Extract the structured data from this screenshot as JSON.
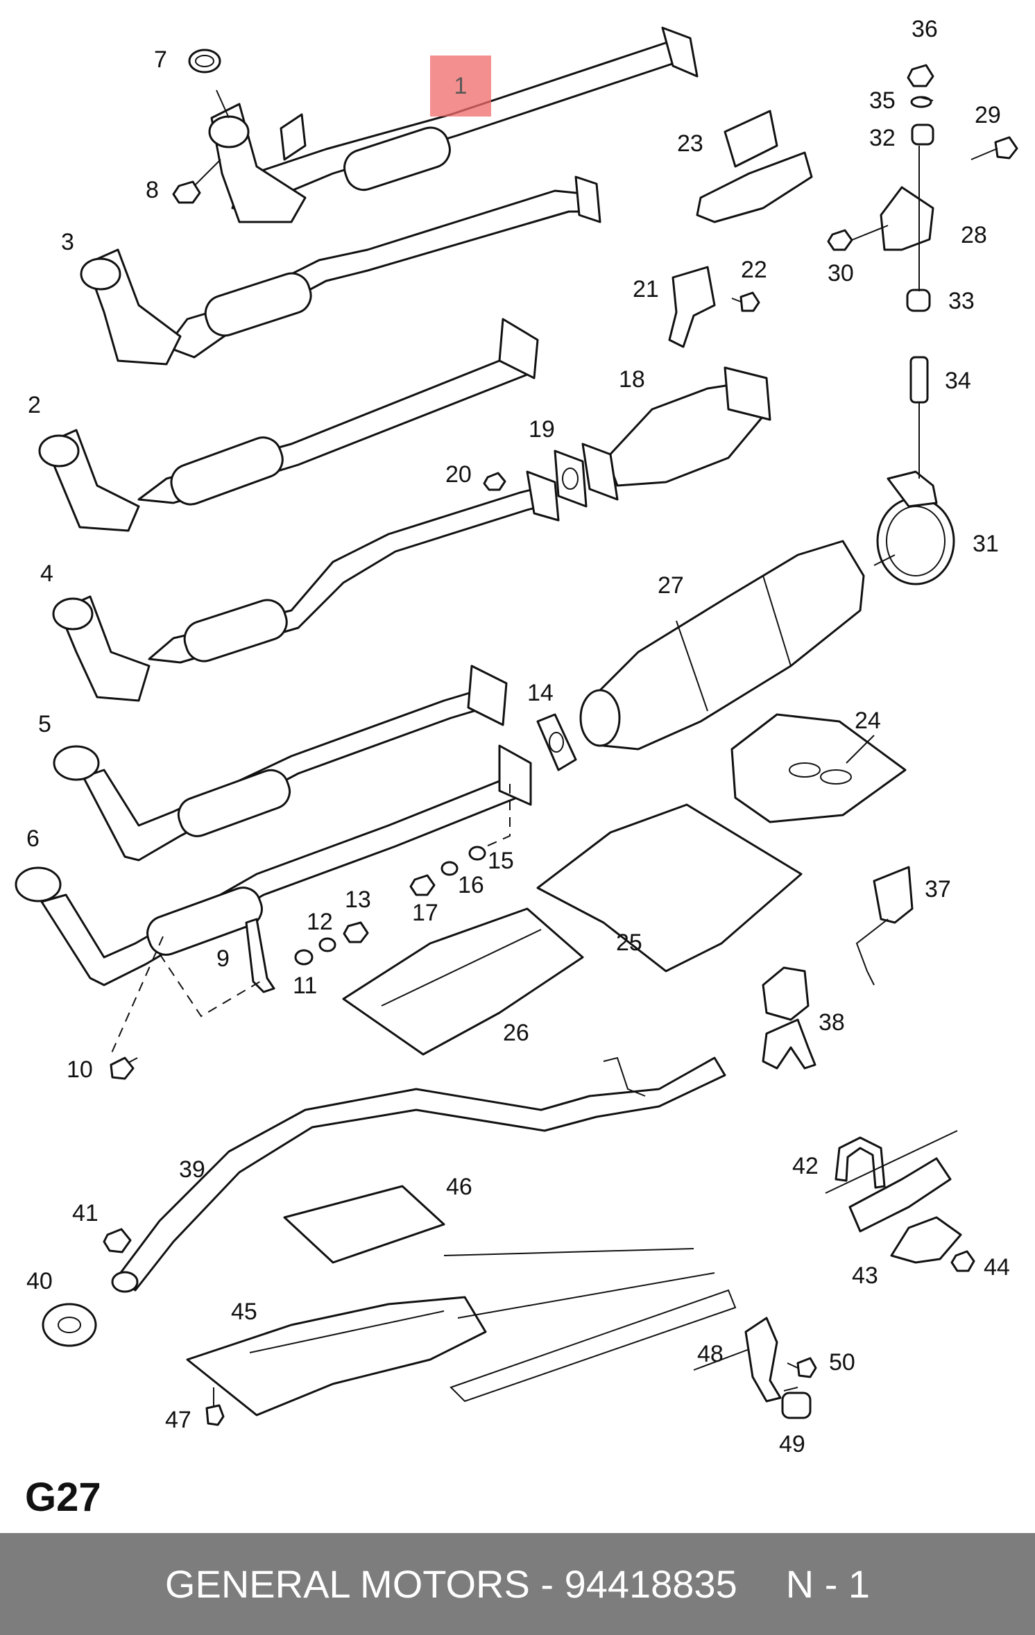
{
  "highlight": {
    "label": "1",
    "color": "#f06a6a"
  },
  "parts": {
    "p2": "2",
    "p3": "3",
    "p4": "4",
    "p5": "5",
    "p6": "6",
    "p7": "7",
    "p8": "8",
    "p9": "9",
    "p10": "10",
    "p11": "11",
    "p12": "12",
    "p13": "13",
    "p14": "14",
    "p15": "15",
    "p16": "16",
    "p17": "17",
    "p18": "18",
    "p19": "19",
    "p20": "20",
    "p21": "21",
    "p22": "22",
    "p23": "23",
    "p24": "24",
    "p25": "25",
    "p26": "26",
    "p27": "27",
    "p28": "28",
    "p29": "29",
    "p30": "30",
    "p31": "31",
    "p32": "32",
    "p33": "33",
    "p34": "34",
    "p35": "35",
    "p36": "36",
    "p37": "37",
    "p38": "38",
    "p39": "39",
    "p40": "40",
    "p41": "41",
    "p42": "42",
    "p43": "43",
    "p44": "44",
    "p45": "45",
    "p46": "46",
    "p47": "47",
    "p48": "48",
    "p49": "49",
    "p50": "50"
  },
  "diagram_ref": "G27",
  "footer": {
    "brand_part": "GENERAL MOTORS - 94418835",
    "quantity": "N - 1",
    "background": "#7d7d7d"
  }
}
